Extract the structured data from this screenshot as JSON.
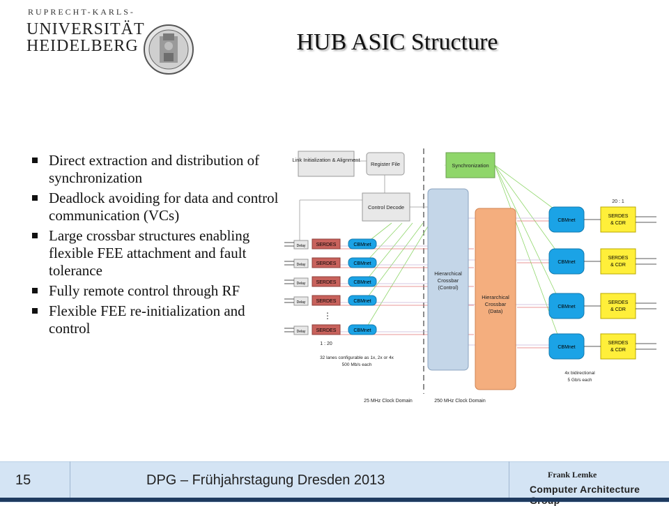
{
  "header": {
    "university_line1": "RUPRECHT-KARLS-",
    "university_line2": "UNIVERSITÄT",
    "university_line3": "HEIDELBERG",
    "title": "HUB ASIC Structure"
  },
  "bullets": [
    "Direct extraction and distribution of synchronization",
    "Deadlock avoiding for data and control communication (VCs)",
    "Large crossbar structures enabling flexible FEE attachment and fault tolerance",
    "Fully remote control through RF",
    "Flexible FEE re-initialization and control"
  ],
  "diagram": {
    "link_init": "Link Initialization & Alignment",
    "register_file": "Register File",
    "synchronization": "Synchronization",
    "control_decode": "Control Decode",
    "crossbar_control": "Hierarchical Crossbar (Control)",
    "crossbar_data": "Hierarchical Crossbar (Data)",
    "delay": "Delay",
    "serdes": "SERDES",
    "cbmnet": "CBMnet",
    "serdes_cdr": "SERDES & CDR",
    "ellipsis": "⋮",
    "ratio_left": "1 : 20",
    "ratio_right": "20 : 1",
    "lanes_note_1": "32 lanes configurable as 1x, 2x or 4x",
    "lanes_note_2": "500 Mb/s each",
    "links_note_1": "4x bidirectional",
    "links_note_2": "5 Gb/s each",
    "clock_25": "25 MHz Clock Domain",
    "clock_250": "250 MHz Clock Domain",
    "colors": {
      "serdes": "#c8625c",
      "cbmnet": "#1ba3e6",
      "serdes_cdr": "#ffef3a",
      "sync": "#8fd66a",
      "crossbar_control": "#c4d6e8",
      "crossbar_data": "#f4ae7e"
    }
  },
  "footer": {
    "page": "15",
    "conference": "DPG – Frühjahrstagung Dresden 2013",
    "author": "Frank Lemke",
    "group": "Computer Architecture Group"
  }
}
